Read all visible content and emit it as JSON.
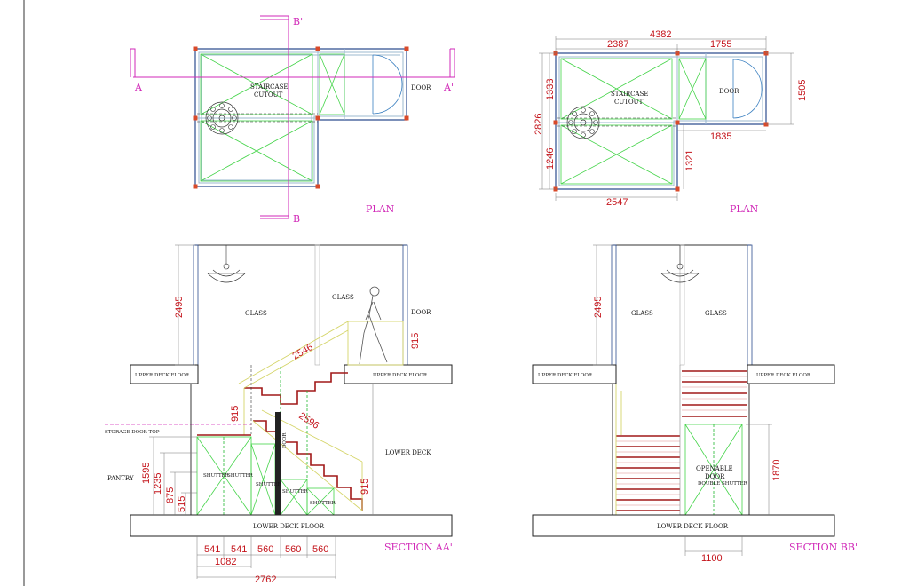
{
  "views": {
    "plan_left": {
      "title": "PLAN",
      "labels": {
        "staircase_line1": "STAIRCASE",
        "staircase_line2": "CUTOUT",
        "door": "DOOR"
      },
      "markers": {
        "a": "A",
        "a_prime": "A'",
        "b": "B",
        "b_prime": "B'"
      }
    },
    "plan_right": {
      "title": "PLAN",
      "labels": {
        "staircase_line1": "STAIRCASE",
        "staircase_line2": "CUTOUT",
        "door": "DOOR"
      },
      "dimensions": [
        "4382",
        "2387",
        "1755",
        "1505",
        "1333",
        "2826",
        "1835",
        "1246",
        "1321",
        "2547"
      ]
    },
    "section_aa": {
      "title": "SECTION AA'",
      "labels": {
        "glass_left": "GLASS",
        "glass_right": "GLASS",
        "door": "DOOR",
        "upper_deck_left": "UPPER DECK FLOOR",
        "upper_deck_right": "UPPER DECK FLOOR",
        "storage_door_top": "STORAGE DOOR TOP",
        "lower_deck": "LOWER DECK",
        "pantry": "PANTRY",
        "door_vertical": "DOOR",
        "shutter1": "SHUTTER",
        "shutter2": "SHUTTER",
        "shutter3": "SHUTTER",
        "shutter4": "SHUTTER",
        "shutter5": "SHUTTER",
        "lower_deck_floor": "LOWER DECK FLOOR"
      },
      "dimensions": {
        "height": "2495",
        "rail_upper": "915",
        "stair_upper": "2546",
        "rail_mid": "915",
        "stair_lower": "2596",
        "rail_lower": "915",
        "h1595": "1595",
        "h1235": "1235",
        "h875": "875",
        "h515": "515",
        "w541a": "541",
        "w541b": "541",
        "w560a": "560",
        "w560b": "560",
        "w560c": "560",
        "w1082": "1082",
        "w2762": "2762"
      }
    },
    "section_bb": {
      "title": "SECTION BB'",
      "labels": {
        "glass_left": "GLASS",
        "glass_right": "GLASS",
        "upper_deck_left": "UPPER DECK FLOOR",
        "upper_deck_right": "UPPER DECK FLOOR",
        "openable_line1": "OPENABLE",
        "openable_line2": "DOOR",
        "double_shutter": "DOUBLE SHUTTER",
        "lower_deck_floor": "LOWER DECK FLOOR"
      },
      "dimensions": {
        "height": "2495",
        "h1870": "1870",
        "w1100": "1100"
      }
    }
  },
  "colors": {
    "title": "#d12ab8",
    "dimension": "#c4141b",
    "wall": "#2d4d8f",
    "glass_diagonal": "#45d44a",
    "railing": "#d5d56a",
    "stair_tread": "#a11818",
    "column": "#d94a2a"
  }
}
